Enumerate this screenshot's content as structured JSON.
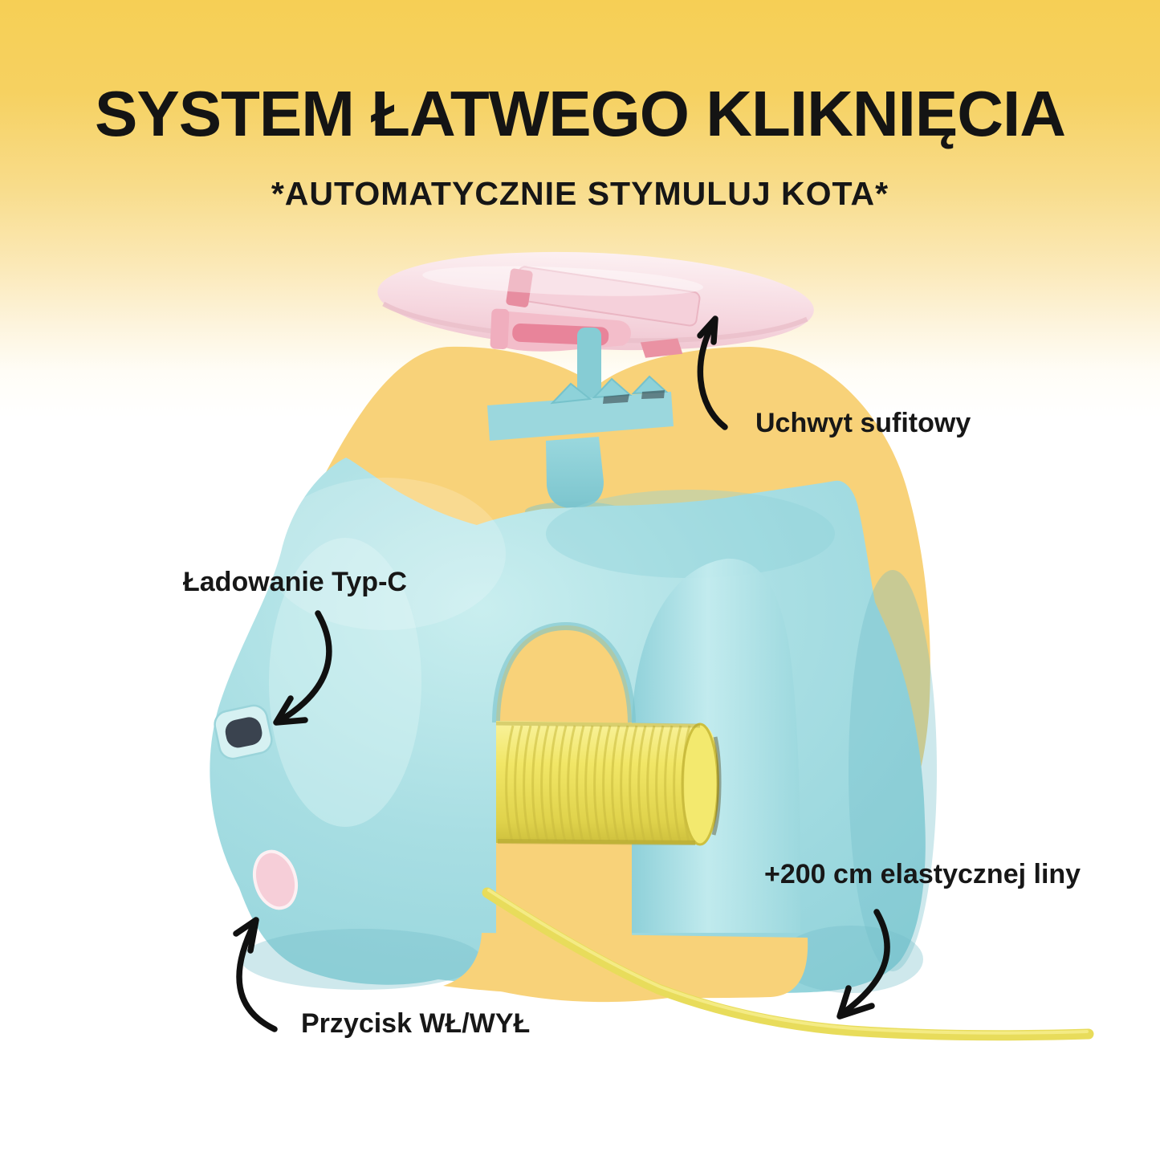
{
  "header": {
    "title": "SYSTEM ŁATWEGO KLIKNIĘCIA",
    "subtitle": "*AUTOMATYCZNIE STYMULUJ KOTA*",
    "text_color": "#141414"
  },
  "annotations": [
    {
      "id": "ceiling-mount",
      "label": "Uchwyt sufitowy",
      "arrow": "curved-arrow-up"
    },
    {
      "id": "type-c-charging",
      "label": "Ładowanie Typ-C",
      "arrow": "curved-arrow-down-left"
    },
    {
      "id": "elastic-rope",
      "label": "+200 cm elastycznej liny",
      "arrow": "curved-arrow-down-left"
    },
    {
      "id": "power-button",
      "label": "Przycisk WŁ/WYŁ",
      "arrow": "curved-arrow-up-right"
    }
  ],
  "product": {
    "description": "automatic cat teaser device hanging illustration",
    "colors": {
      "background_gold": "#f6cf55",
      "blob_yellow": "#f8d279",
      "body_teal": "#a5dde2",
      "body_teal_light": "#c7edee",
      "body_teal_shadow": "#7fc6d0",
      "coil_yellow": "#efe45f",
      "rope_yellow": "#e8dc5b",
      "disc_pink": "#f8dee4",
      "clip_pink": "#e8849a",
      "port_dark": "#3a434f",
      "button_pink": "#f6ced8",
      "arrow_black": "#101010"
    }
  }
}
